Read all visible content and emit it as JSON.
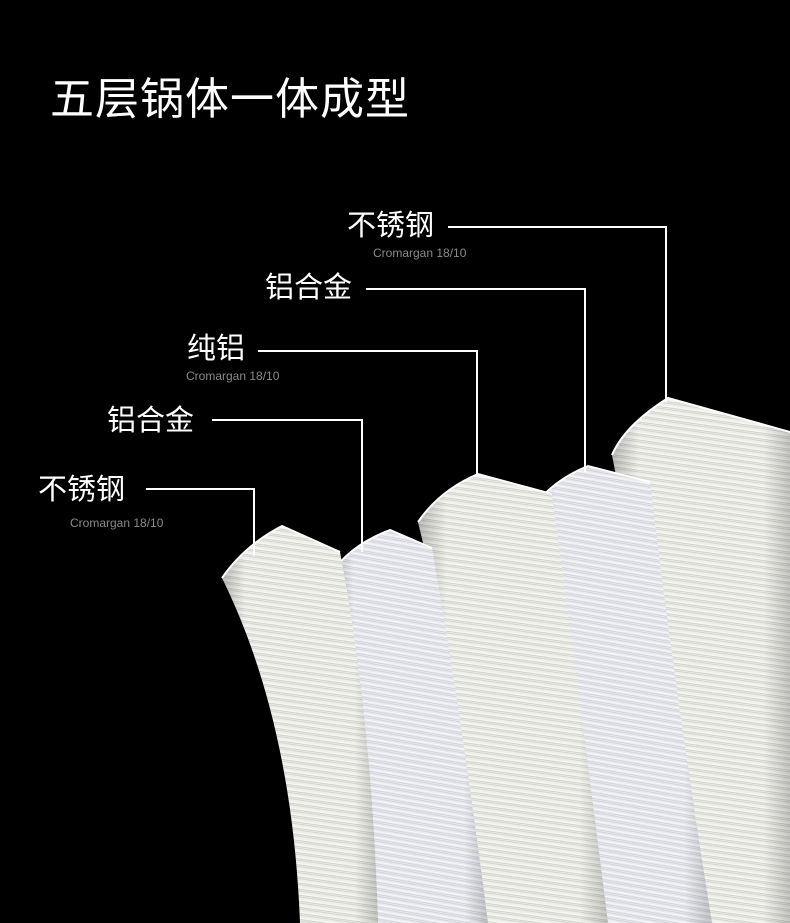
{
  "title": "五层锅体一体成型",
  "callouts": [
    {
      "label": "不锈钢",
      "sub": "Cromargan 18/10"
    },
    {
      "label": "铝合金",
      "sub": ""
    },
    {
      "label": "纯铝",
      "sub": "Cromargan 18/10"
    },
    {
      "label": "铝合金",
      "sub": ""
    },
    {
      "label": "不锈钢",
      "sub": "Cromargan 18/10"
    }
  ],
  "colors": {
    "background": "#000000",
    "title": "#ffffff",
    "label": "#ffffff",
    "subtitle": "#8a8a8a",
    "leader_line": "#ffffff",
    "steel_layer": "#e9e9e6",
    "alloy_layer": "#e6e8ec"
  }
}
